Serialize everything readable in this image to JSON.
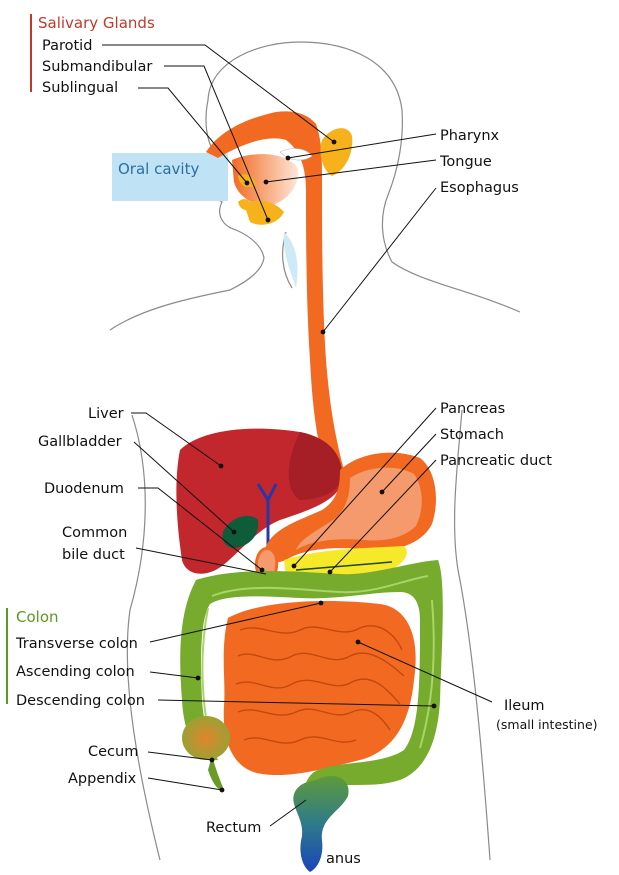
{
  "groups": {
    "salivary": {
      "title": "Salivary Glands",
      "color": "#c0392b"
    },
    "colon": {
      "title": "Colon",
      "color": "#5a9a1e"
    }
  },
  "labels": {
    "parotid": "Parotid",
    "submandibular": "Submandibular",
    "sublingual": "Sublingual",
    "oral_cavity": "Oral cavity",
    "pharynx": "Pharynx",
    "tongue": "Tongue",
    "esophagus": "Esophagus",
    "liver": "Liver",
    "gallbladder": "Gallbladder",
    "duodenum": "Duodenum",
    "common_bile_duct_1": "Common",
    "common_bile_duct_2": "bile duct",
    "pancreas": "Pancreas",
    "stomach": "Stomach",
    "pancreatic_duct": "Pancreatic duct",
    "transverse_colon": "Transverse colon",
    "ascending_colon": "Ascending colon",
    "descending_colon": "Descending colon",
    "ileum": "Ileum",
    "ileum_note": "(small intestine)",
    "cecum": "Cecum",
    "appendix": "Appendix",
    "rectum": "Rectum",
    "anus": "anus"
  },
  "colors": {
    "esophagus": "#f26a21",
    "salivary_gland": "#f7b21b",
    "liver": "#c1272d",
    "stomach": "#f49a6c",
    "pancreas": "#f5e92a",
    "colon": "#76ab2e",
    "small_intestine": "#f26a21",
    "gallbladder": "#0e5c3a",
    "bile_duct": "#2438a8",
    "oral_cavity_box": "#bfe3f5"
  }
}
